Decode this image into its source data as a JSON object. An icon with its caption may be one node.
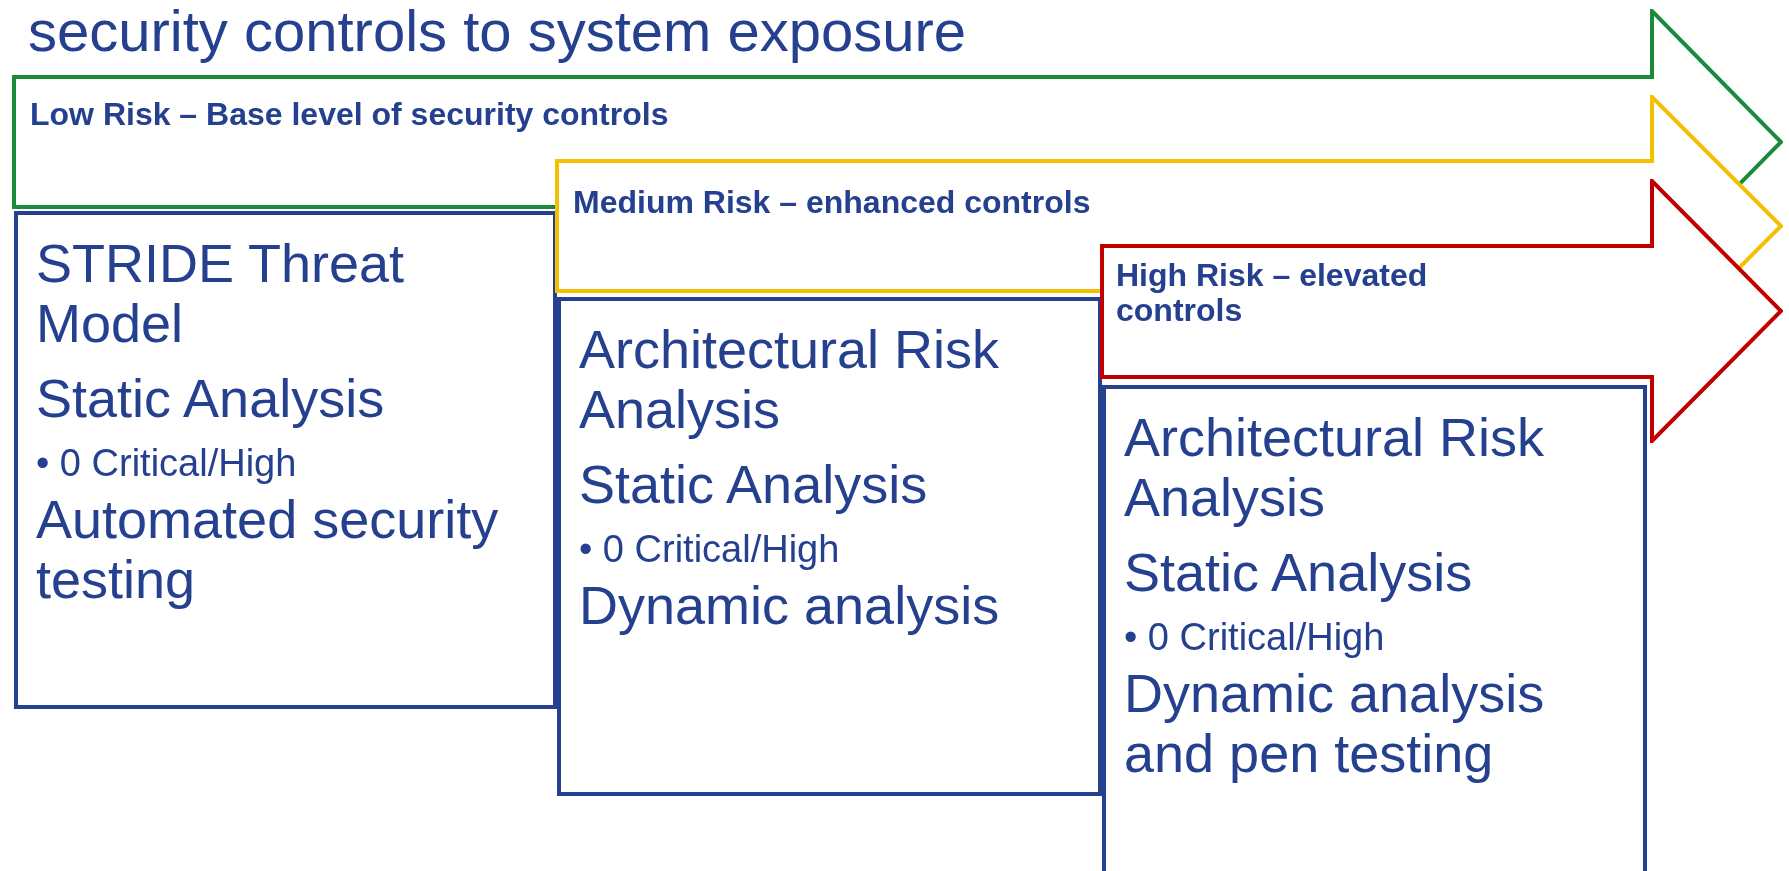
{
  "diagram": {
    "title": "security controls to system exposure",
    "nodes": [
      {
        "text": [
          "Low Risk – Base level of security controls"
        ]
      },
      {
        "text": [
          "STRIDE Threat Model",
          "Static Analysis",
          "• 0 Critical/High",
          "Automated security testing"
        ]
      },
      {
        "text": [
          "Medium Risk – enhanced controls"
        ]
      },
      {
        "text": [
          "Architectural Risk Analysis",
          "Static Analysis",
          "• 0 Critical/High",
          "Dynamic analysis"
        ]
      },
      {
        "text": [
          "High Risk – elevated controls"
        ]
      },
      {
        "text": [
          "Architectural Risk Analysis",
          "Static Analysis",
          "• 0 Critical/High",
          "Dynamic analysis and pen testing"
        ]
      }
    ]
  }
}
